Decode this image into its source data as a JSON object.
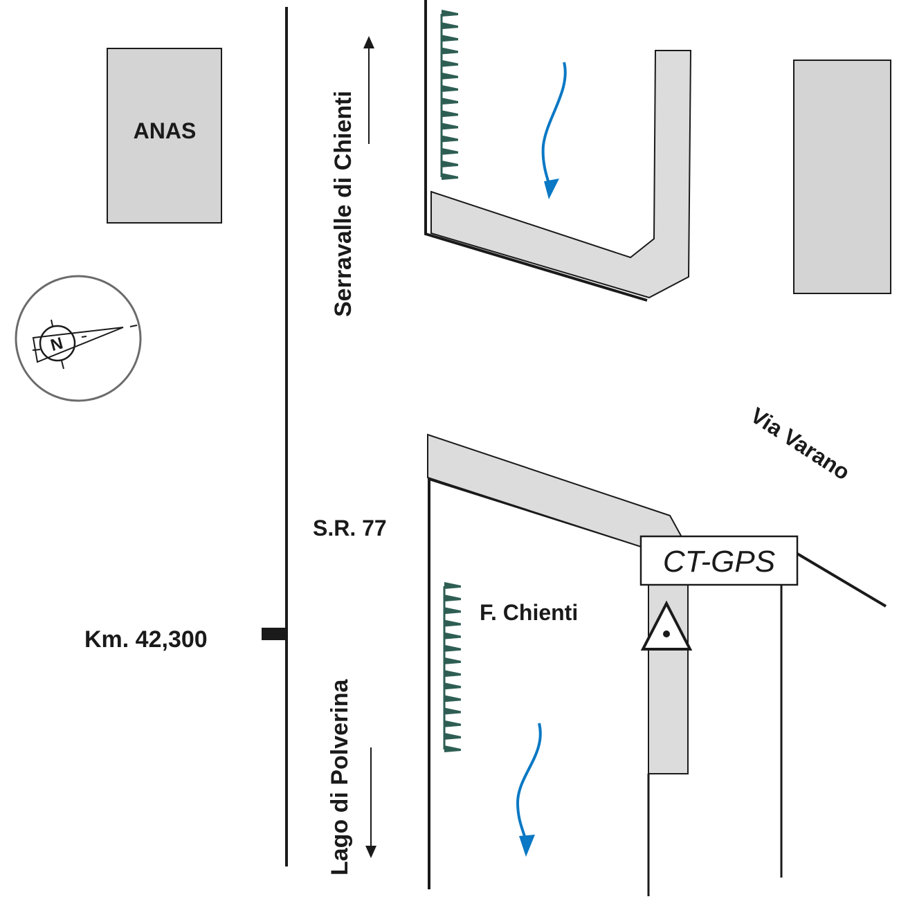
{
  "map": {
    "buildings": {
      "anas_label": "ANAS"
    },
    "roads": {
      "main_road_label": "S.R. 77",
      "side_road_label": "Via Varano",
      "km_marker_label": "Km. 42,300"
    },
    "directions": {
      "north_destination": "Serravalle di Chienti",
      "south_destination": "Lago di Polverina"
    },
    "river": {
      "label": "F. Chienti"
    },
    "station": {
      "label": "CT-GPS"
    },
    "compass": {
      "north_letter": "N"
    },
    "colors": {
      "road_fill": "#dcdcdc",
      "building_fill": "#d4d4d4",
      "river_arrow": "#0a78c4",
      "bank_marks": "#2e5e53",
      "line": "#1a1a1a"
    }
  }
}
